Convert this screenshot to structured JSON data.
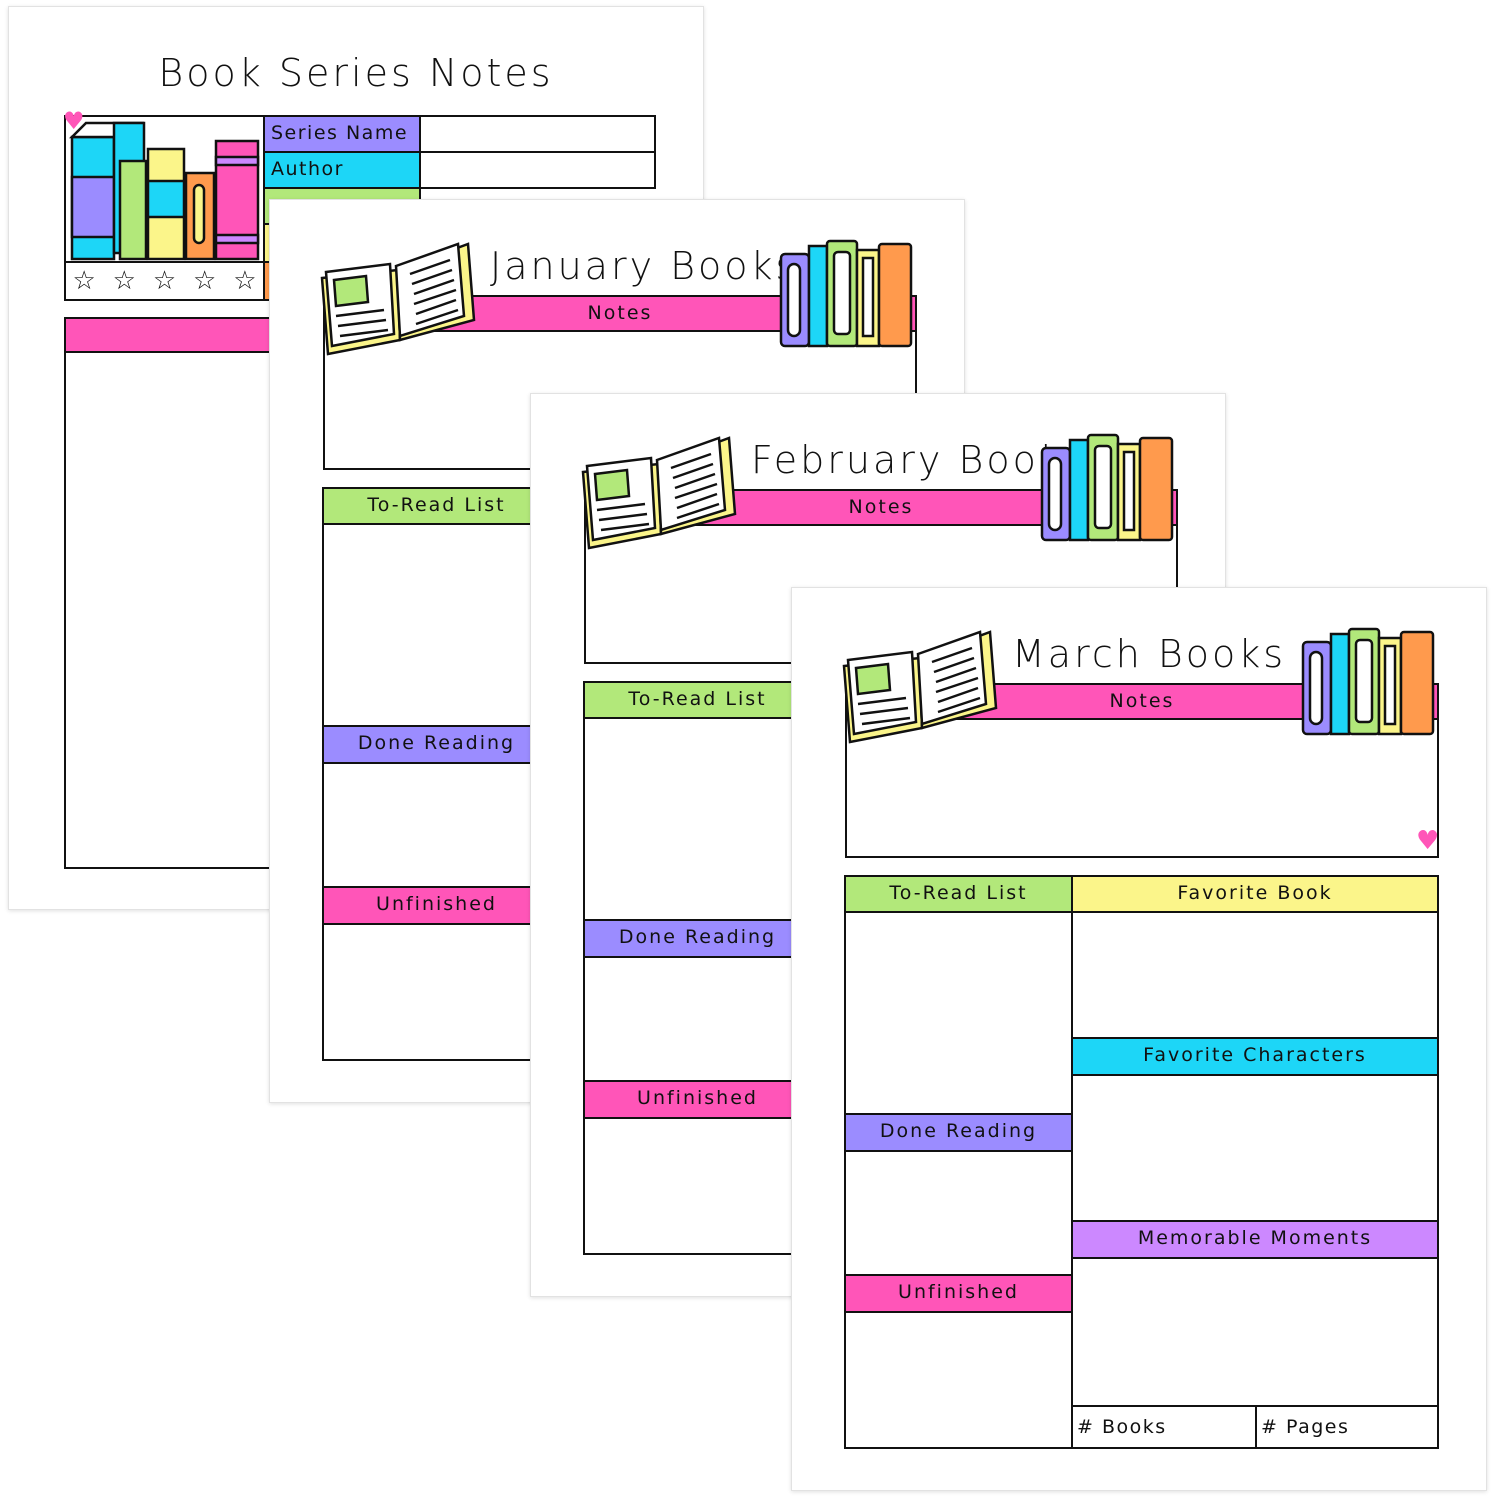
{
  "colors": {
    "purple": "#9b8cff",
    "cyan": "#1dd6f7",
    "green": "#b2e87a",
    "yellow": "#fbf58a",
    "orange": "#ff9a4d",
    "pink": "#ff55b8",
    "lavender": "#cc88ff"
  },
  "series_page": {
    "title": "Book Series Notes",
    "fields": [
      "Series Name",
      "Author"
    ],
    "stars": 5
  },
  "months": [
    {
      "title": "January Books",
      "notes": "Notes",
      "to_read": "To-Read List",
      "done": "Done Reading",
      "unfinished": "Unfinished"
    },
    {
      "title": "February Books",
      "notes": "Notes",
      "to_read": "To-Read List",
      "done": "Done Reading",
      "unfinished": "Unfinished"
    },
    {
      "title": "March Books",
      "notes": "Notes",
      "to_read": "To-Read List",
      "done": "Done Reading",
      "unfinished": "Unfinished",
      "favorite_book": "Favorite Book",
      "favorite_characters": "Favorite Characters",
      "memorable_moments": "Memorable Moments",
      "num_books": "# Books",
      "num_pages": "# Pages"
    }
  ]
}
